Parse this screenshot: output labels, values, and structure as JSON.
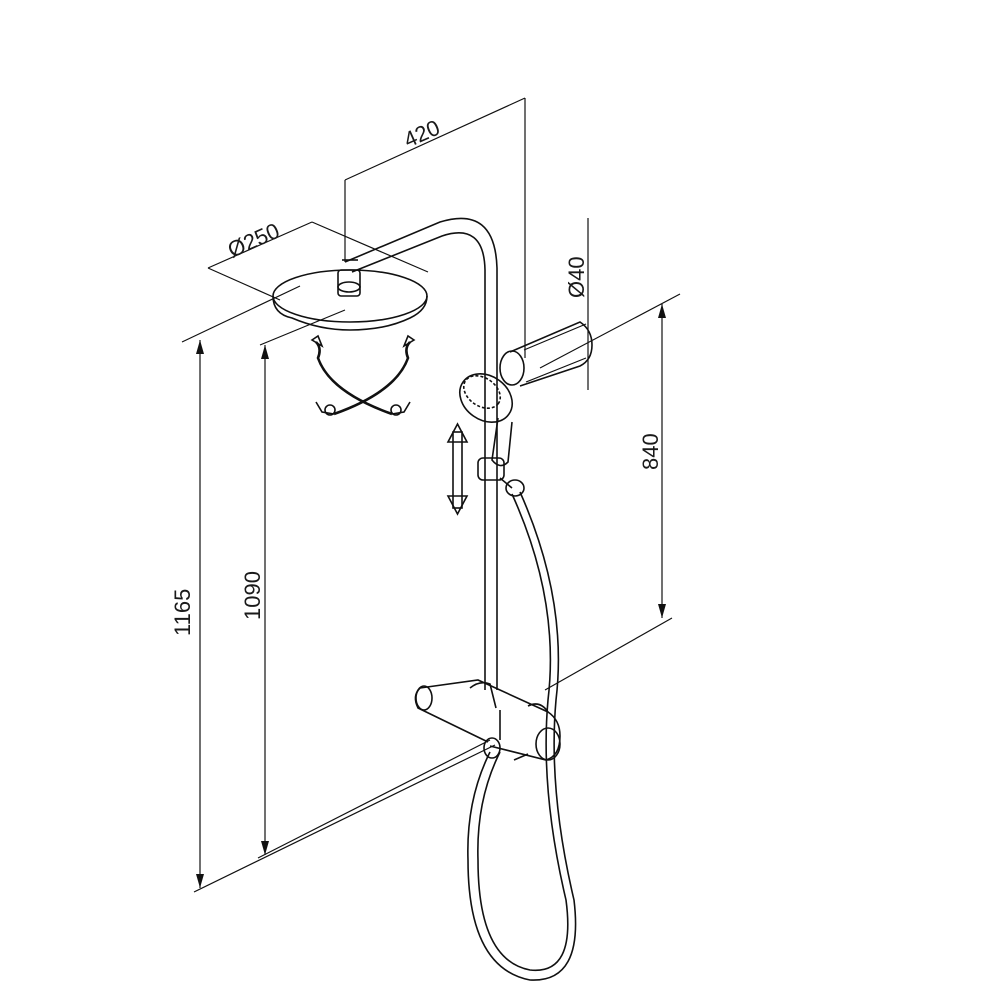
{
  "dimensions": {
    "rail_projection": "420",
    "head_diameter": "Ø250",
    "wall_bracket_diameter": "Ø40",
    "rail_height": "840",
    "total_height": "1165",
    "mixer_to_head_height": "1090"
  },
  "icons": {
    "rotation": "swivel-arms-icon",
    "slide": "slide-arrow-icon"
  }
}
